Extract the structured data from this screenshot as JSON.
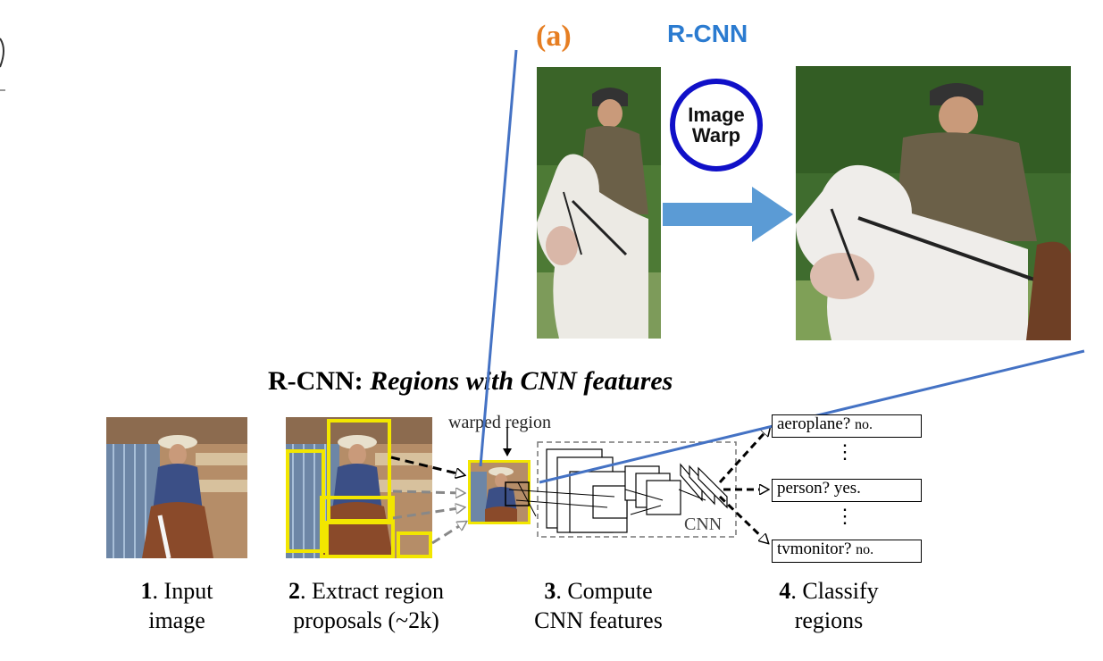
{
  "top": {
    "panel_label": "(a)",
    "panel_label_color": "#e67e22",
    "method_title": "R-CNN",
    "method_title_color": "#2b7bd0",
    "warp_circle": {
      "line1": "Image",
      "line2": "Warp",
      "color": "#1010c8"
    },
    "arrow_color": "#5b9bd5"
  },
  "diagram": {
    "title_bold": "R-CNN: ",
    "title_italic": "Regions with CNN features",
    "warped_region_label": "warped region",
    "cnn_label": "CNN",
    "classes": [
      {
        "label": "aeroplane?",
        "answer": "no."
      },
      {
        "label": "person?",
        "answer": "yes."
      },
      {
        "label": "tvmonitor?",
        "answer": "no."
      }
    ],
    "vdots": "⋮",
    "steps": [
      {
        "num": "1",
        "line1": ". Input",
        "line2": "image"
      },
      {
        "num": "2",
        "line1": ". Extract region",
        "line2": "proposals (~2k)"
      },
      {
        "num": "3",
        "line1": ". Compute",
        "line2": "CNN features"
      },
      {
        "num": "4",
        "line1": ". Classify",
        "line2": "regions"
      }
    ],
    "proposal_box_color": "#f2e600",
    "connector_color": "#4472c4"
  }
}
